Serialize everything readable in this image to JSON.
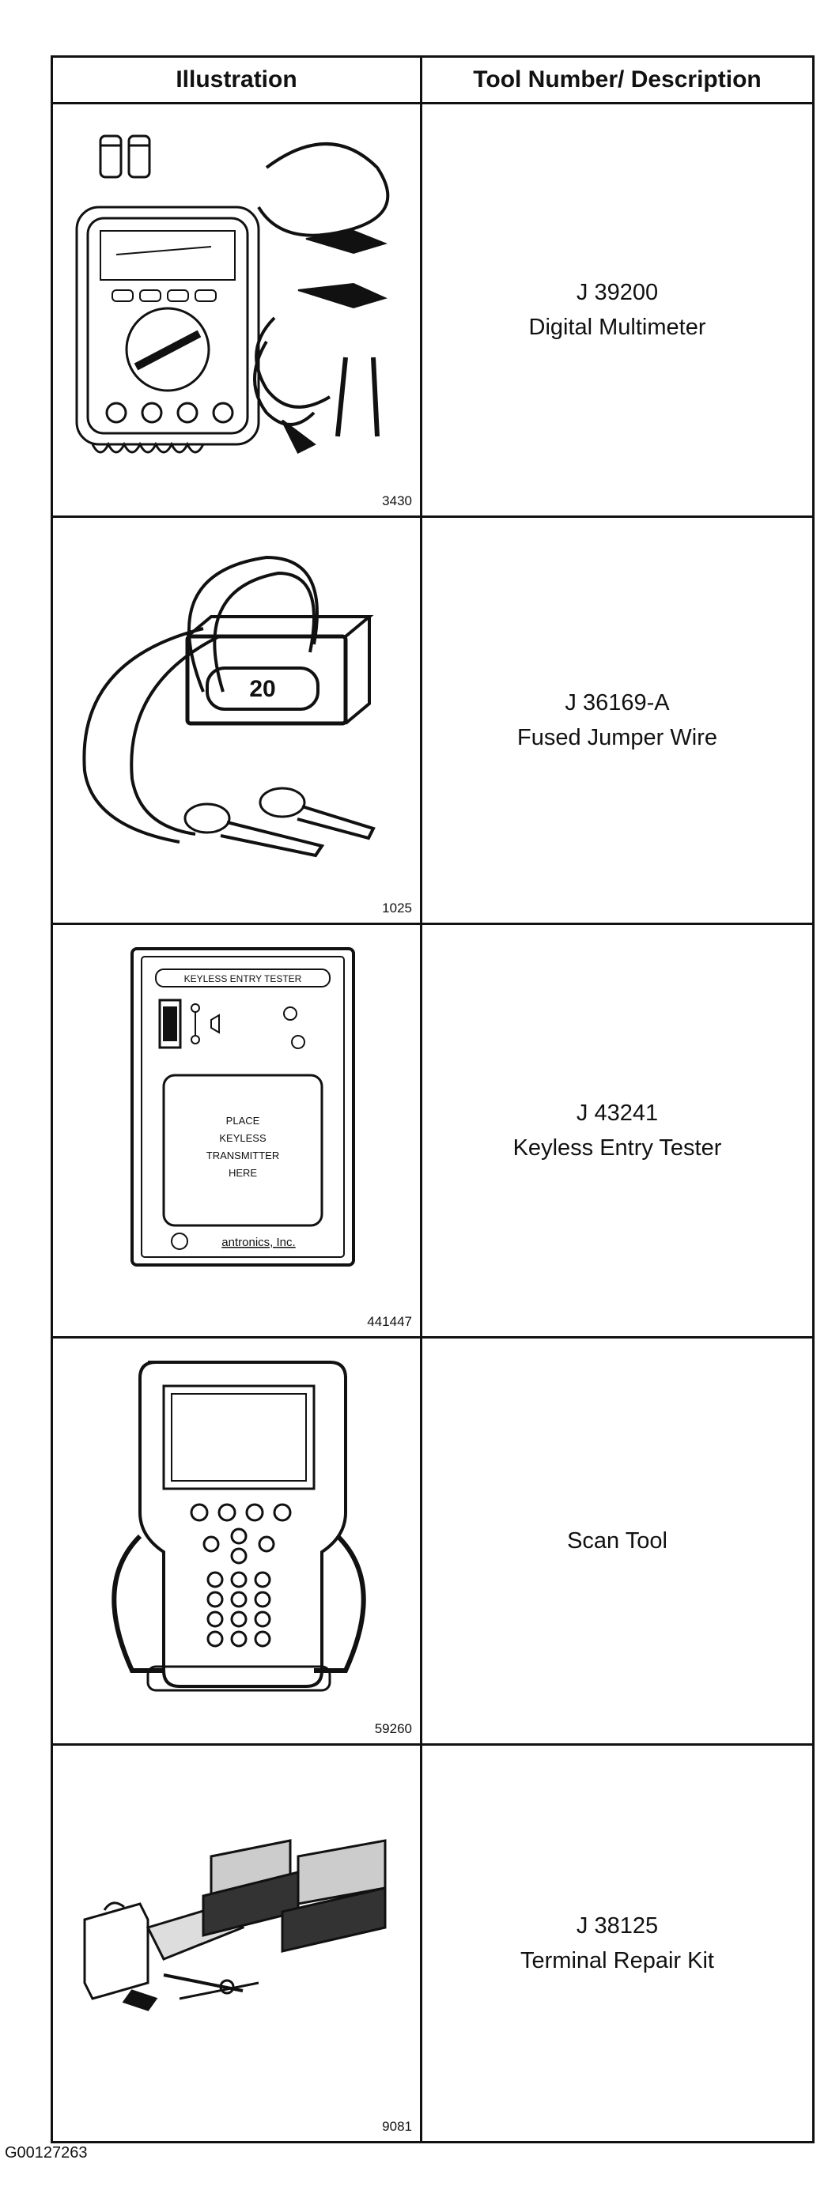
{
  "table": {
    "headers": {
      "illustration": "Illustration",
      "description": "Tool Number/ Description"
    },
    "rows": [
      {
        "figure_number": "3430",
        "tool_number": "J 39200",
        "description": "Digital Multimeter",
        "icon": "multimeter-icon"
      },
      {
        "figure_number": "1025",
        "tool_number": "J 36169-A",
        "description": "Fused Jumper Wire",
        "icon": "fused-jumper-wire-icon",
        "fuse_label": "20"
      },
      {
        "figure_number": "441447",
        "tool_number": "J 43241",
        "description": "Keyless Entry Tester",
        "icon": "keyless-entry-tester-icon",
        "device_label": "KEYLESS ENTRY TESTER",
        "pad_lines": [
          "PLACE",
          "KEYLESS",
          "TRANSMITTER",
          "HERE"
        ],
        "brand": "antronics, Inc."
      },
      {
        "figure_number": "59260",
        "tool_number": "",
        "description": "Scan Tool",
        "icon": "scan-tool-icon"
      },
      {
        "figure_number": "9081",
        "tool_number": "J 38125",
        "description": "Terminal Repair Kit",
        "icon": "terminal-repair-kit-icon"
      }
    ]
  },
  "footer": {
    "code": "G00127263"
  }
}
